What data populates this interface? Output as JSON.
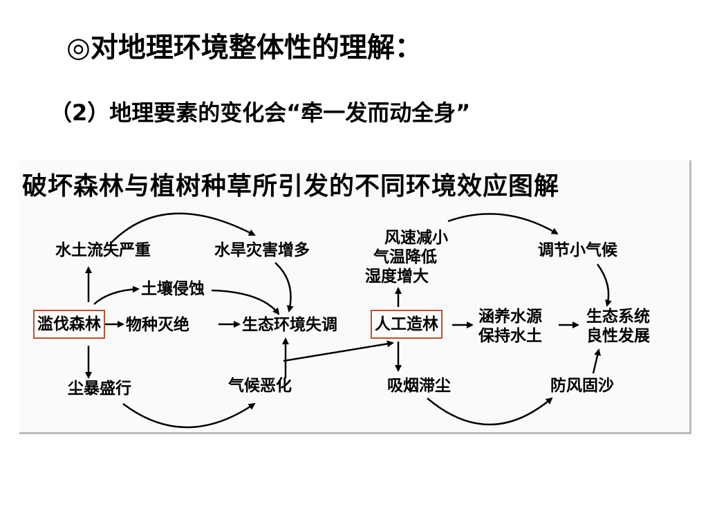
{
  "slide": {
    "heading": "◎对地理环境整体性的理解：",
    "subheading": "（2）地理要素的变化会“牵一发而动全身”"
  },
  "diagram": {
    "title": "破坏森林与植树种草所引发的不同环境效应图解",
    "nodes": {
      "deforest": "滥伐森林",
      "soil_loss": "水土流失严重",
      "flood_drought": "水旱灾害增多",
      "soil_erosion": "土壤侵蚀",
      "extinction": "物种灭绝",
      "imbalance": "生态环境失调",
      "dust_storm": "尘暴盛行",
      "climate_worse": "气候恶化",
      "afforest": "人工造林",
      "wind_line1": "风速减小",
      "wind_line2": "气温降低",
      "wind_line3": "湿度增大",
      "regulate_climate": "调节小气候",
      "water_line1": "涵养水源",
      "water_line2": "保持水土",
      "good_line1": "生态系统",
      "good_line2": "良性发展",
      "absorb_dust": "吸烟滞尘",
      "sand_fix": "防风固沙"
    }
  }
}
